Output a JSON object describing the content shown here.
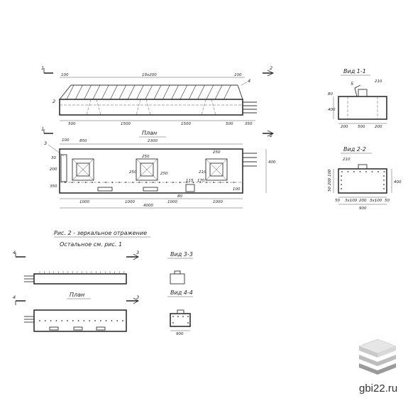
{
  "fig1": {
    "section_top": {
      "left": "1",
      "right": "2"
    },
    "section_bottom": {
      "left": "1",
      "right": "2"
    },
    "dims_top": {
      "left": "100",
      "center": "19x200",
      "right": "100"
    },
    "callouts": {
      "a": "4",
      "b": "2",
      "c": "3"
    },
    "dims_elev": {
      "a": "500",
      "b": "1500",
      "c": "1500",
      "d": "500",
      "e": "350"
    },
    "plan_title": "План",
    "plan_dims_top": {
      "a": "100",
      "b": "850",
      "c": "2300",
      "d": "250"
    },
    "plan_left_dims": {
      "a": "30",
      "b": "200",
      "c": "350"
    },
    "plan_right_dim": "400",
    "plan_inner": {
      "a": "250",
      "b": "250",
      "c": "250",
      "d": "210",
      "e": "115",
      "f": "170",
      "g": "80",
      "h": "100"
    },
    "plan_bottom_dims": {
      "a": "1000",
      "b": "1000",
      "c": "1000",
      "d": "1000"
    },
    "plan_total": "4000"
  },
  "view11": {
    "title": "Вид 1-1",
    "callout": "5",
    "dim_top": "210",
    "dims_left": {
      "a": "80",
      "b": "400"
    },
    "dims_bottom": {
      "a": "200",
      "b": "500",
      "c": "200"
    }
  },
  "view22": {
    "title": "Вид 2-2",
    "dim_top": "210",
    "dims_left": "50 200 100",
    "dim_right": "400",
    "dims_bottom": {
      "a": "50",
      "b": "3x100",
      "c": "200",
      "d": "3x100",
      "e": "50"
    },
    "total": "900"
  },
  "fig2": {
    "caption": "Рис. 2 - зеркальное отражение",
    "note": "Остальное см. рис. 1",
    "section_top": {
      "left": "4",
      "right": "3"
    },
    "plan_title": "План",
    "section_bottom": {
      "left": "4",
      "right": "3"
    }
  },
  "view33": {
    "title": "Вид 3-3"
  },
  "view44": {
    "title": "Вид 4-4",
    "dim": "900"
  },
  "brand": {
    "text": "gbi22.ru"
  }
}
